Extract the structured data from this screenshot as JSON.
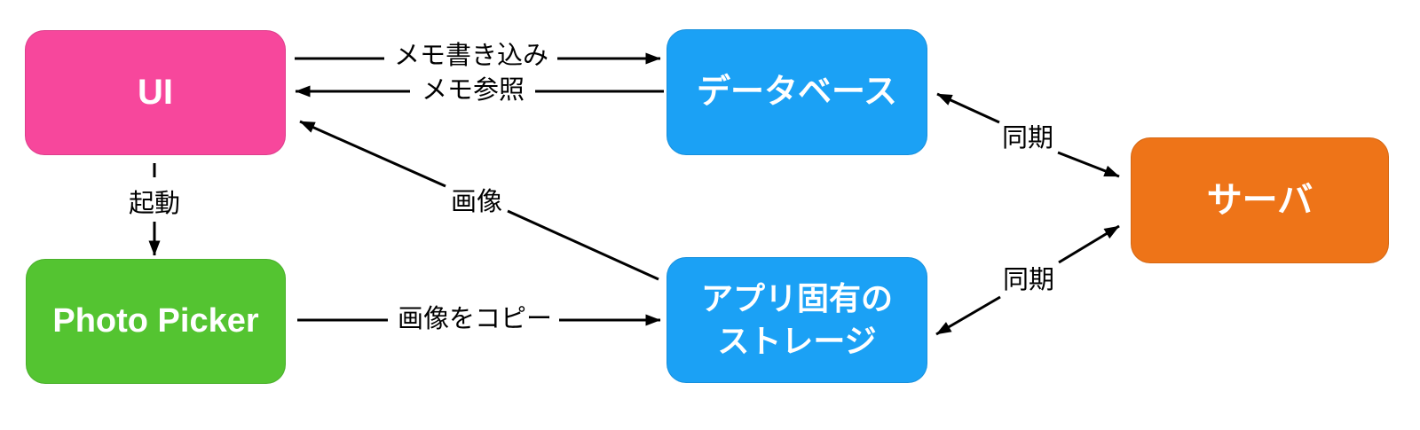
{
  "colors": {
    "ui_node": "#F7479C",
    "photo_picker_node": "#54C431",
    "database_node": "#1BA1F5",
    "app_storage_node": "#1BA1F5",
    "server_node": "#EE7418",
    "node_text": "#ffffff",
    "arrow": "#000000",
    "edge_label_text": "#000000",
    "background": "#ffffff"
  },
  "nodes": {
    "ui": {
      "label": "UI"
    },
    "photo_picker": {
      "label": "Photo Picker"
    },
    "database": {
      "label": "データベース"
    },
    "app_storage": {
      "label_lines": [
        "アプリ固有の",
        "ストレージ"
      ]
    },
    "server": {
      "label": "サーバ"
    }
  },
  "edges": {
    "memo_write": {
      "label": "メモ書き込み",
      "source": "UI",
      "target": "データベース",
      "bidirectional": false
    },
    "memo_read": {
      "label": "メモ参照",
      "source": "データベース",
      "target": "UI",
      "bidirectional": false
    },
    "launch": {
      "label": "起動",
      "source": "UI",
      "target": "Photo Picker",
      "bidirectional": false
    },
    "image": {
      "label": "画像",
      "source": "アプリ固有のストレージ",
      "target": "UI",
      "bidirectional": false
    },
    "image_copy": {
      "label": "画像をコピー",
      "source": "Photo Picker",
      "target": "アプリ固有のストレージ",
      "bidirectional": false
    },
    "sync_database": {
      "label": "同期",
      "source": "データベース",
      "target": "サーバ",
      "bidirectional": true
    },
    "sync_storage": {
      "label": "同期",
      "source": "アプリ固有のストレージ",
      "target": "サーバ",
      "bidirectional": true
    }
  }
}
